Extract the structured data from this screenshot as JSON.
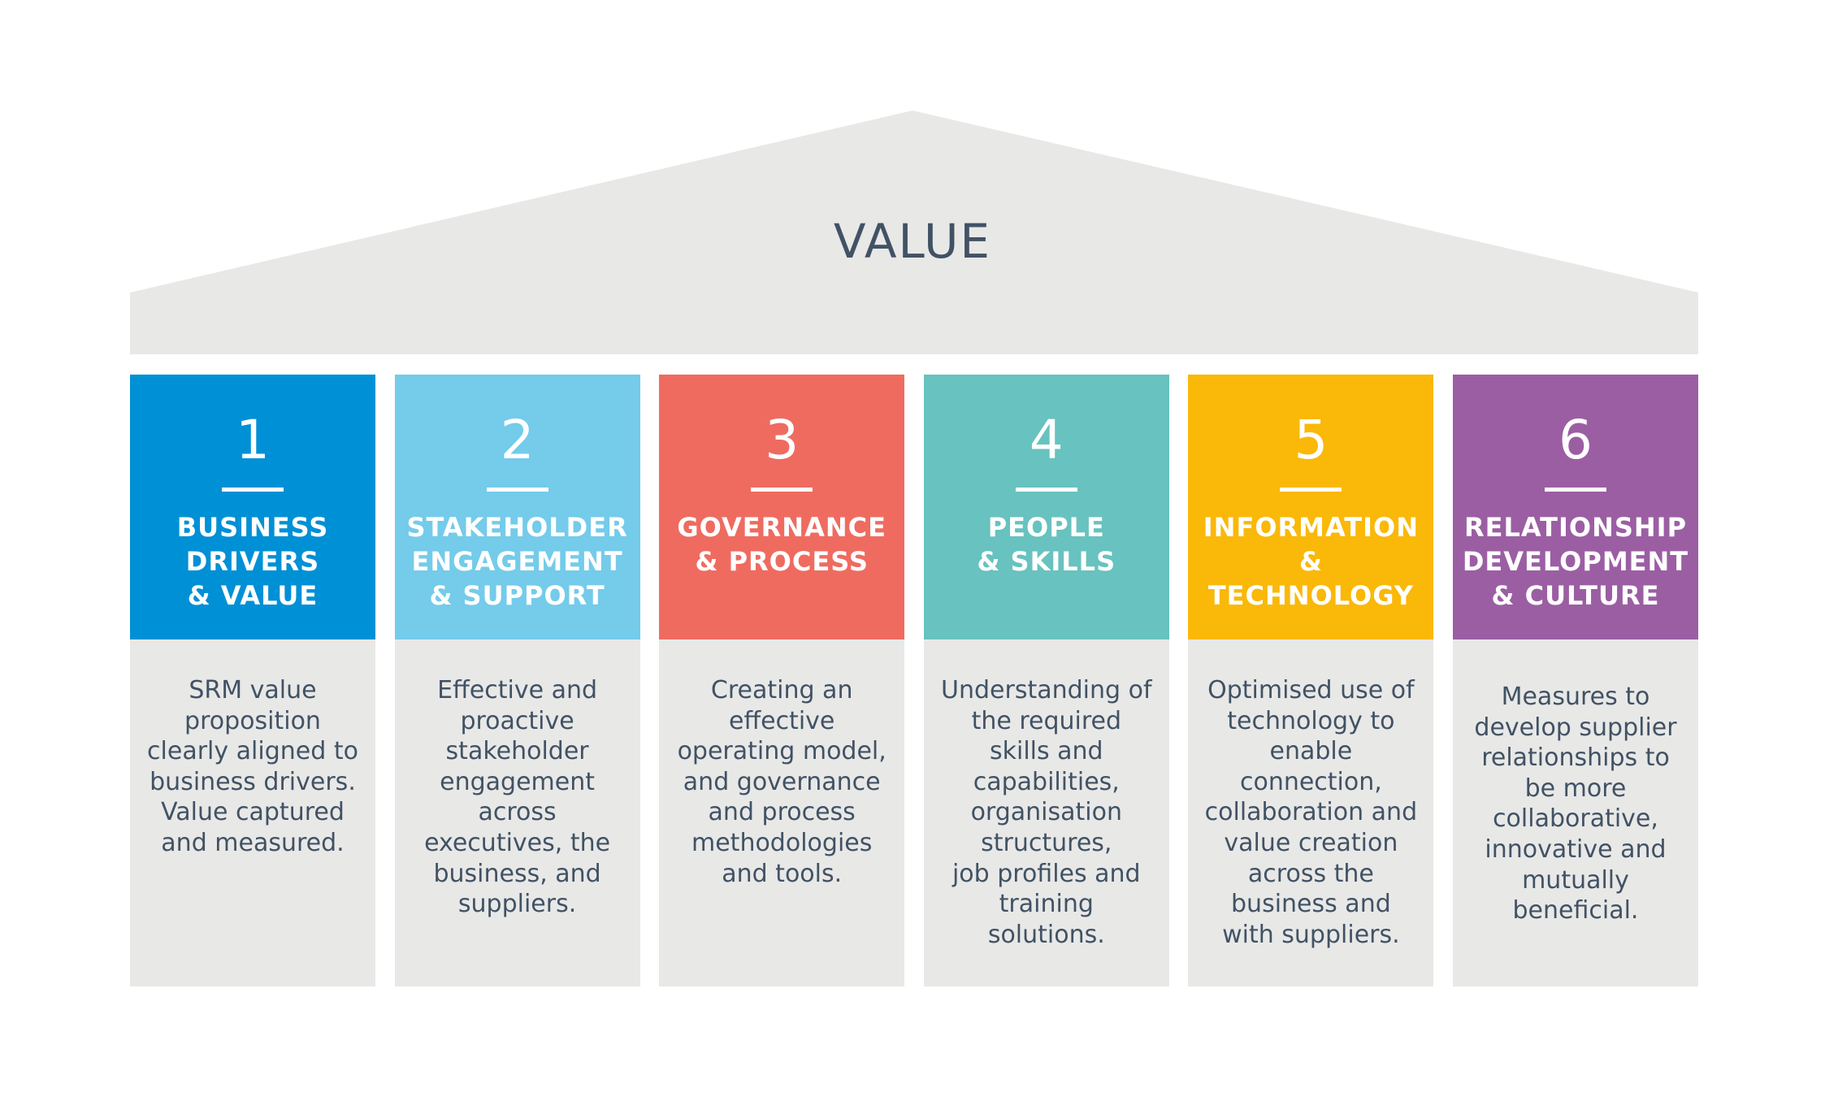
{
  "title": "VALUE",
  "colors": {
    "roof": "#e8e8e7",
    "title_text": "#415264",
    "body_text": "#415264"
  },
  "pillars": [
    {
      "number": "1",
      "color": "#0090d6",
      "label_lines": [
        "BUSINESS",
        "DRIVERS",
        "& VALUE"
      ],
      "description_lines": [
        "SRM value",
        "proposition",
        "clearly aligned to",
        "business drivers.",
        "Value captured",
        "and measured."
      ]
    },
    {
      "number": "2",
      "color": "#74cbea",
      "label_lines": [
        "STAKEHOLDER",
        "ENGAGEMENT",
        "& SUPPORT"
      ],
      "description_lines": [
        "Effective and",
        "proactive",
        "stakeholder",
        "engagement",
        "across",
        "executives, the",
        "business, and",
        "suppliers."
      ]
    },
    {
      "number": "3",
      "color": "#ef6b60",
      "label_lines": [
        "GOVERNANCE",
        "& PROCESS"
      ],
      "description_lines": [
        "Creating an",
        "effective",
        "operating model,",
        "and governance",
        "and process",
        "methodologies",
        "and tools."
      ]
    },
    {
      "number": "4",
      "color": "#68c2bf",
      "label_lines": [
        "PEOPLE",
        "& SKILLS"
      ],
      "description_lines": [
        "Understanding of",
        "the required",
        "skills and",
        "capabilities,",
        "organisation",
        "structures,",
        "job profiles and",
        "training",
        "solutions."
      ]
    },
    {
      "number": "5",
      "color": "#fab808",
      "label_lines": [
        "INFORMATION",
        "& TECHNOLOGY"
      ],
      "description_lines": [
        "Optimised use of",
        "technology to",
        "enable",
        "connection,",
        "collaboration and",
        "value creation",
        "across the",
        "business and",
        "with suppliers."
      ]
    },
    {
      "number": "6",
      "color": "#9b5ea3",
      "label_lines": [
        "RELATIONSHIP",
        "DEVELOPMENT",
        "& CULTURE"
      ],
      "description_lines": [
        "Measures to",
        "develop supplier",
        "relationships to",
        "be more",
        "collaborative,",
        "innovative and",
        "mutually",
        "beneficial."
      ]
    }
  ]
}
